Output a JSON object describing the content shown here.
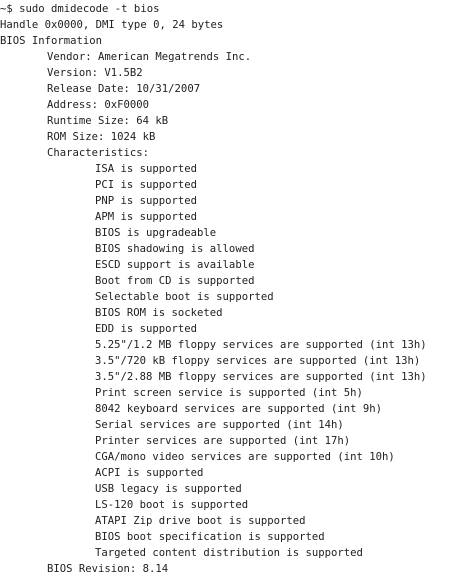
{
  "terminal": {
    "prompt": "~$ sudo dmidecode -t bios",
    "header": "Handle 0x0000, DMI type 0, 24 bytes",
    "section": "BIOS Information",
    "fields": {
      "vendor": "Vendor: American Megatrends Inc.",
      "version": "Version: V1.5B2",
      "release_date": "Release Date: 10/31/2007",
      "address": "Address: 0xF0000",
      "runtime_size": "Runtime Size: 64 kB",
      "rom_size": "ROM Size: 1024 kB",
      "characteristics_label": "Characteristics:"
    },
    "characteristics": [
      "ISA is supported",
      "PCI is supported",
      "PNP is supported",
      "APM is supported",
      "BIOS is upgradeable",
      "BIOS shadowing is allowed",
      "ESCD support is available",
      "Boot from CD is supported",
      "Selectable boot is supported",
      "BIOS ROM is socketed",
      "EDD is supported",
      "5.25\"/1.2 MB floppy services are supported (int 13h)",
      "3.5\"/720 kB floppy services are supported (int 13h)",
      "3.5\"/2.88 MB floppy services are supported (int 13h)",
      "Print screen service is supported (int 5h)",
      "8042 keyboard services are supported (int 9h)",
      "Serial services are supported (int 14h)",
      "Printer services are supported (int 17h)",
      "CGA/mono video services are supported (int 10h)",
      "ACPI is supported",
      "USB legacy is supported",
      "LS-120 boot is supported",
      "ATAPI Zip drive boot is supported",
      "BIOS boot specification is supported",
      "Targeted content distribution is supported"
    ],
    "bios_revision": "BIOS Revision: 8.14"
  }
}
